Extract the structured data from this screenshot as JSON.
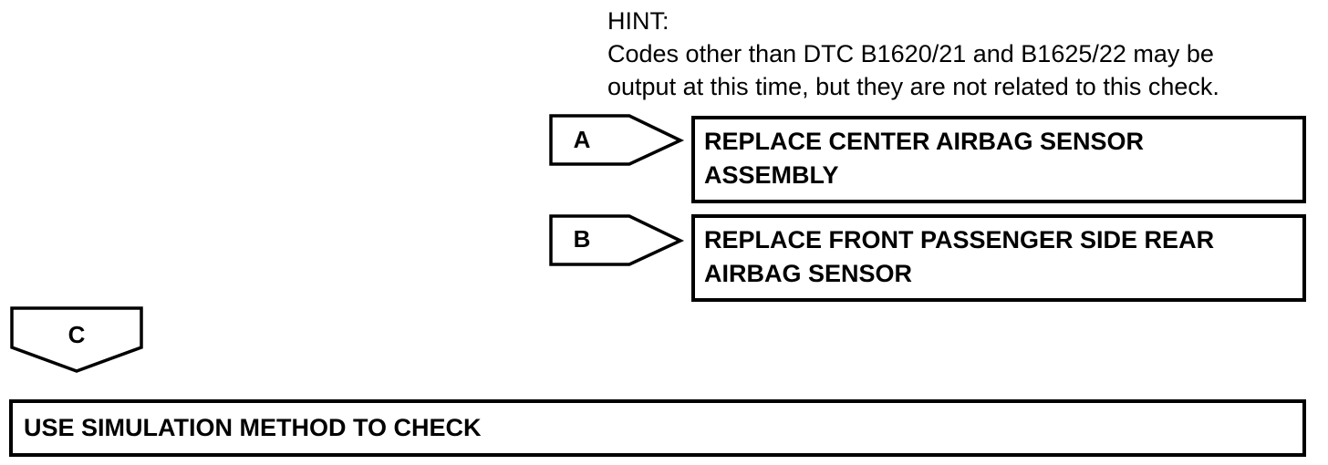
{
  "hint": {
    "title": "HINT:",
    "lines": [
      "Codes other than DTC B1620/21 and B1625/22 may be",
      "output at this time, but they are not related to this check."
    ]
  },
  "branches": [
    {
      "letter": "A",
      "lines": [
        "REPLACE CENTER AIRBAG SENSOR",
        "ASSEMBLY"
      ]
    },
    {
      "letter": "B",
      "lines": [
        "REPLACE FRONT PASSENGER SIDE REAR",
        "AIRBAG SENSOR"
      ]
    }
  ],
  "continue_branch": {
    "letter": "C"
  },
  "next_step": {
    "label": "USE SIMULATION METHOD TO CHECK"
  }
}
